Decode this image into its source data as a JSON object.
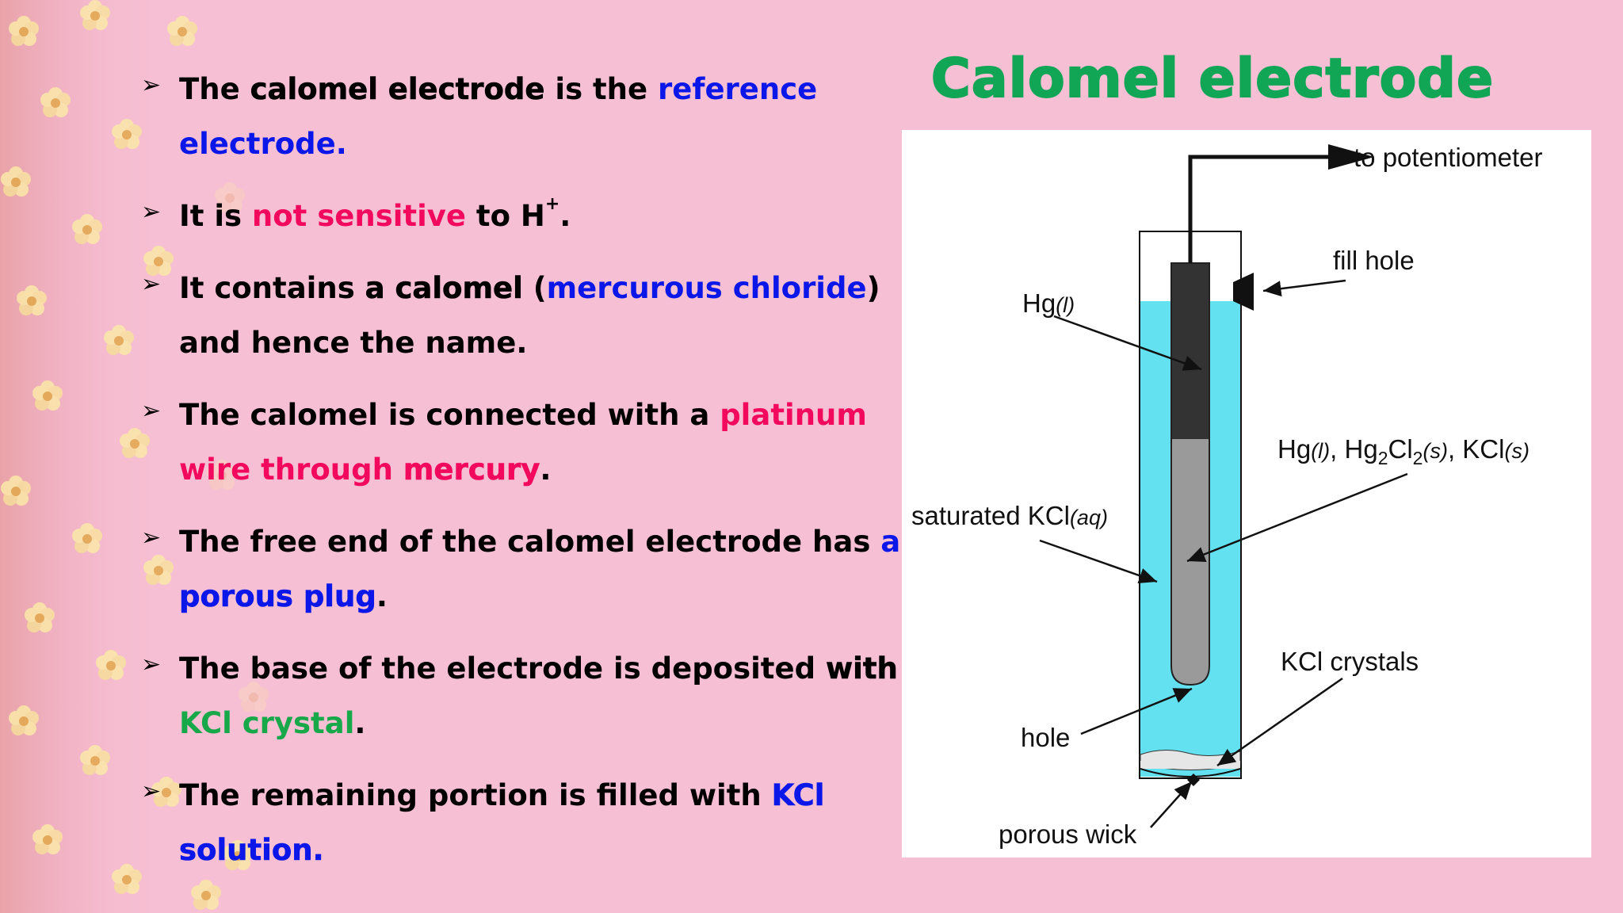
{
  "slide": {
    "title": "Calomel electrode",
    "bullets": [
      [
        {
          "t": "The ",
          "s": "black"
        },
        {
          "t": "calomel electrode",
          "s": "heavy"
        },
        {
          "t": " is the ",
          "s": "black"
        },
        {
          "t": "reference electrode.",
          "s": "blue"
        }
      ],
      [
        {
          "t": "It is ",
          "s": "black"
        },
        {
          "t": "not sensitive",
          "s": "pink"
        },
        {
          "t": " to H",
          "s": "black"
        },
        {
          "t": "+",
          "s": "sup"
        },
        {
          "t": ".",
          "s": "black"
        }
      ],
      [
        {
          "t": "It contains ",
          "s": "black"
        },
        {
          "t": "a calomel",
          "s": "heavy"
        },
        {
          "t": " (",
          "s": "black"
        },
        {
          "t": "mercurous chloride",
          "s": "blue"
        },
        {
          "t": ") and hence the name.",
          "s": "black"
        }
      ],
      [
        {
          "t": "The calomel is connected with a ",
          "s": "black"
        },
        {
          "t": "platinum wire through ",
          "s": "pink"
        },
        {
          "t": "mercury",
          "s": "heavy-pink"
        },
        {
          "t": ".",
          "s": "black"
        }
      ],
      [
        {
          "t": "The free end of the calomel electrode has ",
          "s": "black"
        },
        {
          "t": "a ",
          "s": "blue"
        },
        {
          "t": "porous plug",
          "s": "heavy-blue"
        },
        {
          "t": ".",
          "s": "black"
        }
      ],
      [
        {
          "t": "The base of the electrode is deposited ",
          "s": "black"
        },
        {
          "t": "with ",
          "s": "heavy"
        },
        {
          "t": "KCl crystal",
          "s": "green"
        },
        {
          "t": ".",
          "s": "black"
        }
      ],
      [
        {
          "t": "The remaining portion is filled with ",
          "s": "black"
        },
        {
          "t": "KCl solution.",
          "s": "heavy-blue"
        }
      ]
    ],
    "bullet_marker": "➢"
  },
  "diagram": {
    "labels": {
      "to_potentiometer": "to potentiometer",
      "fill_hole": "fill hole",
      "hg": "Hg",
      "hg_state": "(l)",
      "paste_hg": "Hg",
      "paste_hg_state": "(l)",
      "paste_sep1": ", Hg",
      "paste_sub2a": "2",
      "paste_cl": "Cl",
      "paste_sub2b": "2",
      "paste_s1": "(s)",
      "paste_sep2": ", KCl",
      "paste_s2": "(s)",
      "saturated_kcl": "saturated KCl",
      "saturated_state": "(aq)",
      "kcl_crystals": "KCl crystals",
      "hole": "hole",
      "porous_wick": "porous wick"
    },
    "colors": {
      "solution": "#64e1f0",
      "mercury": "#333333",
      "paste": "#9a9a9a",
      "title": "#10a656"
    }
  }
}
